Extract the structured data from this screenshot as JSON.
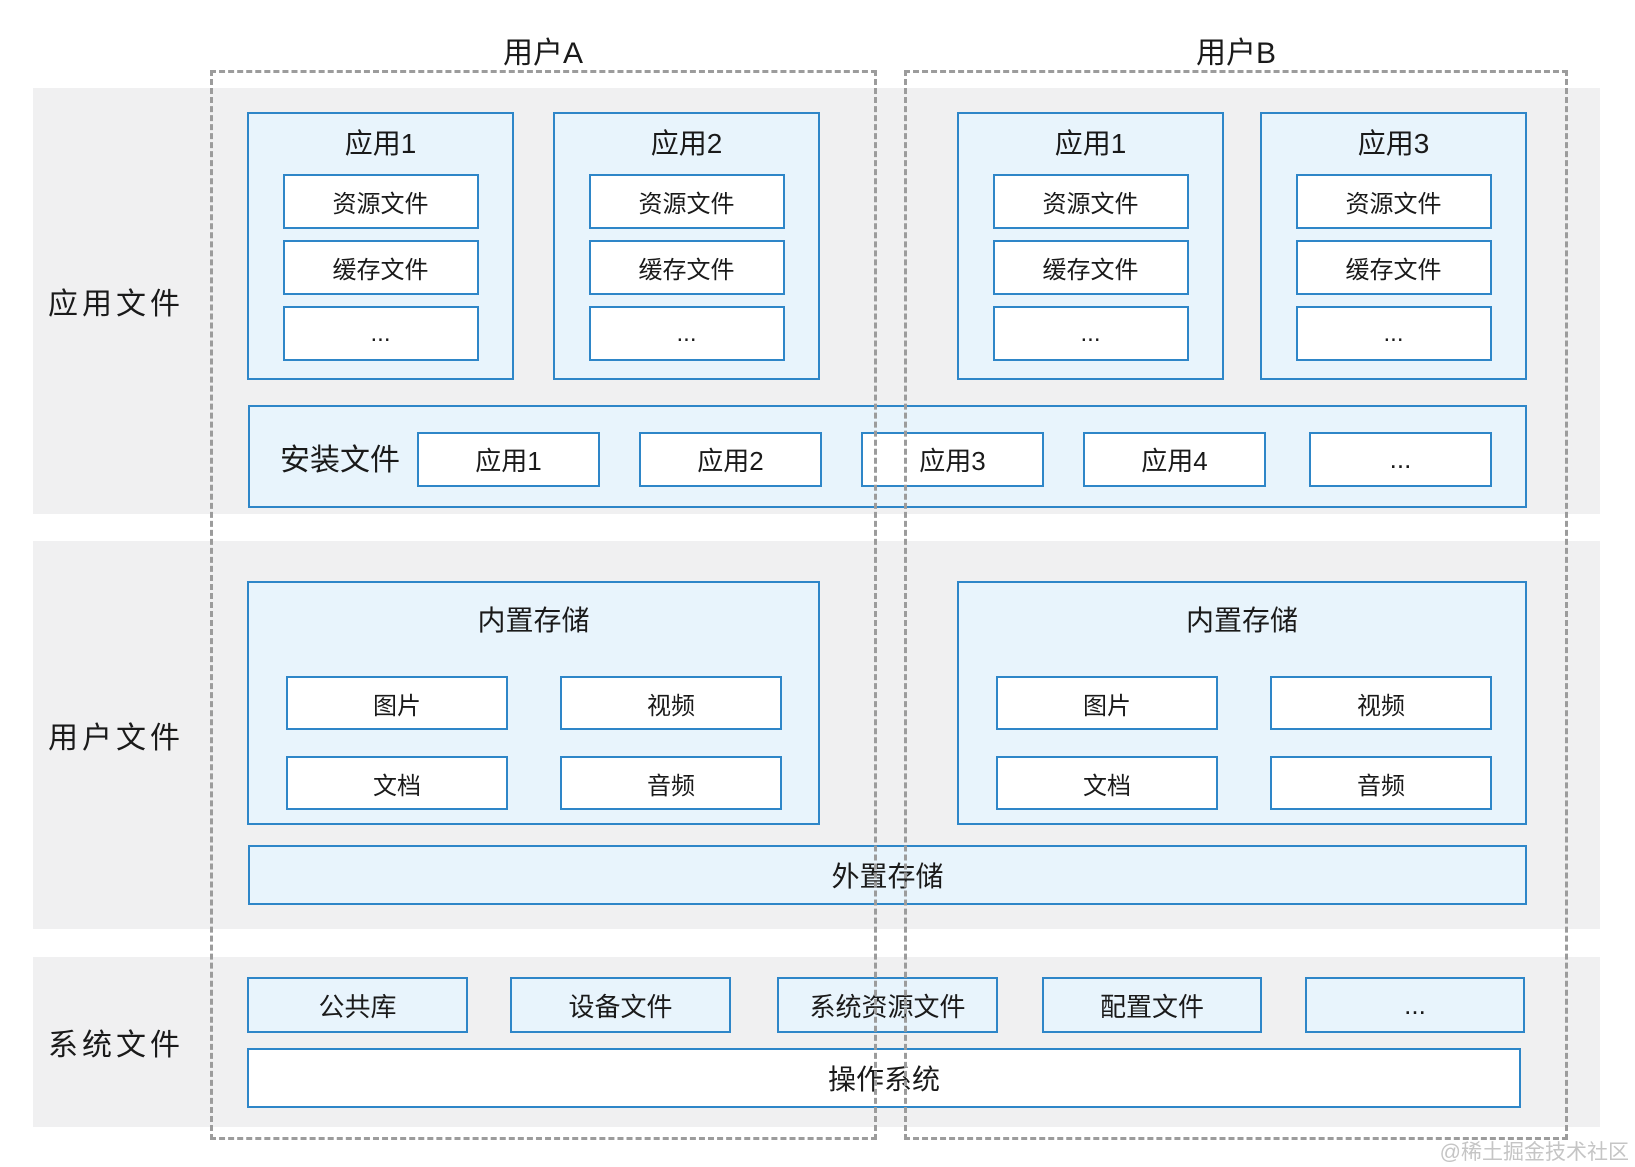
{
  "colors": {
    "accent_border": "#2e86c8",
    "panel_fill": "#e8f4fc",
    "band_fill": "#f0f0f1",
    "dashed_border": "#9c9c9c",
    "text": "#1a1a1a",
    "watermark": "#c5c5c5"
  },
  "users": [
    {
      "label": "用户A"
    },
    {
      "label": "用户B"
    }
  ],
  "bands": [
    {
      "label": "应用文件"
    },
    {
      "label": "用户文件"
    },
    {
      "label": "系统文件"
    }
  ],
  "app_boxes": [
    {
      "title": "应用1",
      "items": [
        "资源文件",
        "缓存文件",
        "..."
      ]
    },
    {
      "title": "应用2",
      "items": [
        "资源文件",
        "缓存文件",
        "..."
      ]
    },
    {
      "title": "应用1",
      "items": [
        "资源文件",
        "缓存文件",
        "..."
      ]
    },
    {
      "title": "应用3",
      "items": [
        "资源文件",
        "缓存文件",
        "..."
      ]
    }
  ],
  "install_row": {
    "label": "安装文件",
    "items": [
      "应用1",
      "应用2",
      "应用3",
      "应用4",
      "..."
    ]
  },
  "internal_storage": [
    {
      "title": "内置存储",
      "items": [
        "图片",
        "视频",
        "文档",
        "音频"
      ]
    },
    {
      "title": "内置存储",
      "items": [
        "图片",
        "视频",
        "文档",
        "音频"
      ]
    }
  ],
  "external_storage": {
    "label": "外置存储"
  },
  "system_row": {
    "items": [
      "公共库",
      "设备文件",
      "系统资源文件",
      "配置文件",
      "..."
    ]
  },
  "os_bar": {
    "label": "操作系统"
  },
  "watermark": "@稀土掘金技术社区"
}
